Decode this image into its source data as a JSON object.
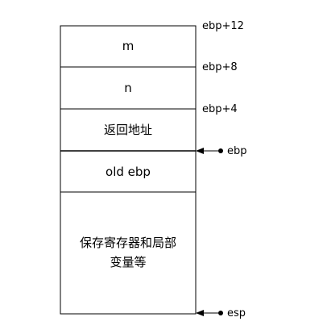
{
  "stack": {
    "cells": [
      {
        "label": "m"
      },
      {
        "label": "n"
      },
      {
        "label": "返回地址"
      },
      {
        "label": "old ebp"
      },
      {
        "label_line1": "保存寄存器和局部",
        "label_line2": "变量等"
      }
    ],
    "offsets": [
      "ebp+12",
      "ebp+8",
      "ebp+4"
    ],
    "pointers": [
      "ebp",
      "esp"
    ]
  }
}
